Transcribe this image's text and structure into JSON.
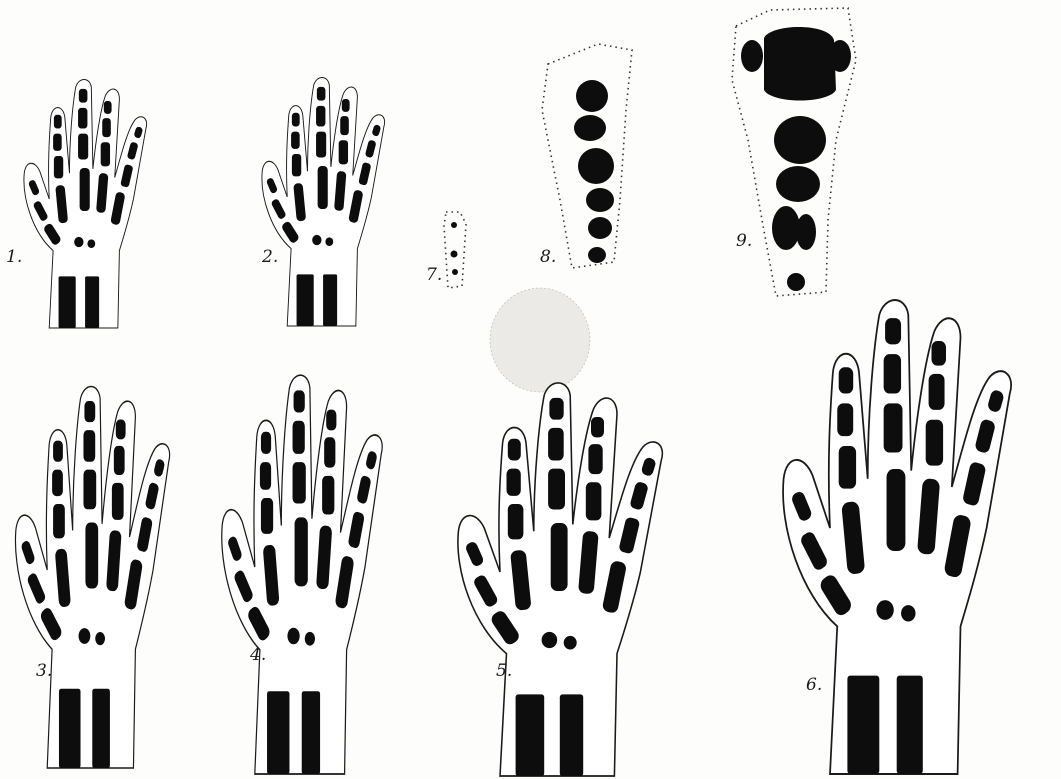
{
  "plate": {
    "background": "#fdfdfc",
    "ink": "#0d0d0d",
    "figures": [
      {
        "id": "1",
        "label": "1."
      },
      {
        "id": "2",
        "label": "2."
      },
      {
        "id": "3",
        "label": "3."
      },
      {
        "id": "4",
        "label": "4."
      },
      {
        "id": "5",
        "label": "5."
      },
      {
        "id": "6",
        "label": "6."
      },
      {
        "id": "7",
        "label": "7."
      },
      {
        "id": "8",
        "label": "8."
      },
      {
        "id": "9",
        "label": "9."
      }
    ]
  }
}
